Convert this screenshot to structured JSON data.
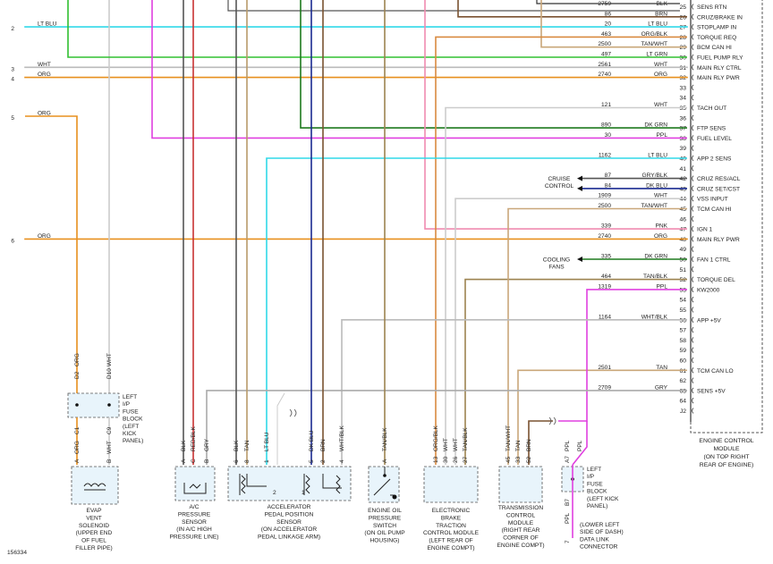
{
  "figure_id": "156334",
  "ecm": {
    "label_lines": [
      "ENGINE CONTROL",
      "MODULE",
      "(ON TOP RIGHT",
      "REAR OF ENGINE)"
    ],
    "rows": [
      {
        "pin": "25",
        "circuit": "2759",
        "color": "BLK",
        "func": "SENS RTN",
        "wire": "#333333"
      },
      {
        "pin": "26",
        "circuit": "86",
        "color": "BRN",
        "func": "CRUZ/BRAKE IN",
        "wire": "#7a5230"
      },
      {
        "pin": "27",
        "circuit": "20",
        "color": "LT BLU",
        "func": "STOPLAMP IN",
        "wire": "#30d8e8",
        "left_num": "2"
      },
      {
        "pin": "28",
        "circuit": "463",
        "color": "ORG/BLK",
        "func": "TORQUE REQ",
        "wire": "#d98a40"
      },
      {
        "pin": "29",
        "circuit": "2500",
        "color": "TAN/WHT",
        "func": "BCM CAN HI",
        "wire": "#c9a77a"
      },
      {
        "pin": "30",
        "circuit": "497",
        "color": "LT GRN",
        "func": "FUEL PUMP RLY",
        "wire": "#30c030"
      },
      {
        "pin": "31",
        "circuit": "2561",
        "color": "WHT",
        "func": "MAIN RLY CTRL",
        "wire": "#bbbbbb",
        "left_num": "3"
      },
      {
        "pin": "32",
        "circuit": "2740",
        "color": "ORG",
        "func": "MAIN RLY PWR",
        "wire": "#e8901e",
        "left_num": "4"
      },
      {
        "pin": "33",
        "circuit": "",
        "color": "",
        "func": ""
      },
      {
        "pin": "34",
        "circuit": "",
        "color": "",
        "func": ""
      },
      {
        "pin": "35",
        "circuit": "121",
        "color": "WHT",
        "func": "TACH OUT",
        "wire": "#cccccc"
      },
      {
        "pin": "36",
        "circuit": "",
        "color": "",
        "func": ""
      },
      {
        "pin": "37",
        "circuit": "890",
        "color": "DK GRN",
        "func": "FTP SENS",
        "wire": "#1e7a1e"
      },
      {
        "pin": "38",
        "circuit": "30",
        "color": "PPL",
        "func": "FUEL LEVEL",
        "wire": "#e040e0"
      },
      {
        "pin": "39",
        "circuit": "",
        "color": "",
        "func": ""
      },
      {
        "pin": "40",
        "circuit": "1162",
        "color": "LT BLU",
        "func": "APP 2 SENS",
        "wire": "#30d8e8"
      },
      {
        "pin": "41",
        "circuit": "",
        "color": "",
        "func": ""
      },
      {
        "pin": "42",
        "circuit": "87",
        "color": "GRY/BLK",
        "func": "CRUZ RES/ACL",
        "wire": "#555555"
      },
      {
        "pin": "43",
        "circuit": "84",
        "color": "DK BLU",
        "func": "CRUZ SET/CST",
        "wire": "#1a2a90"
      },
      {
        "pin": "44",
        "circuit": "1909",
        "color": "WHT",
        "func": "VSS INPUT",
        "wire": "#cccccc"
      },
      {
        "pin": "45",
        "circuit": "2500",
        "color": "TAN/WHT",
        "func": "TCM CAN HI",
        "wire": "#c9a77a"
      },
      {
        "pin": "46",
        "circuit": "",
        "color": "",
        "func": ""
      },
      {
        "pin": "47",
        "circuit": "339",
        "color": "PNK",
        "func": "IGN 1",
        "wire": "#f08cb0"
      },
      {
        "pin": "48",
        "circuit": "2740",
        "color": "ORG",
        "func": "MAIN RLY PWR",
        "wire": "#e8901e",
        "left_num": "6"
      },
      {
        "pin": "49",
        "circuit": "",
        "color": "",
        "func": ""
      },
      {
        "pin": "50",
        "circuit": "335",
        "color": "DK GRN",
        "func": "FAN 1 CTRL",
        "wire": "#1e7a1e"
      },
      {
        "pin": "51",
        "circuit": "",
        "color": "",
        "func": ""
      },
      {
        "pin": "52",
        "circuit": "464",
        "color": "TAN/BLK",
        "func": "TORQUE DEL",
        "wire": "#9c8350"
      },
      {
        "pin": "53",
        "circuit": "1319",
        "color": "PPL",
        "func": "KW2000",
        "wire": "#e040e0"
      },
      {
        "pin": "54",
        "circuit": "",
        "color": "",
        "func": ""
      },
      {
        "pin": "55",
        "circuit": "",
        "color": "",
        "func": ""
      },
      {
        "pin": "56",
        "circuit": "1164",
        "color": "WHT/BLK",
        "func": "APP +5V",
        "wire": "#bbbbbb"
      },
      {
        "pin": "57",
        "circuit": "",
        "color": "",
        "func": ""
      },
      {
        "pin": "58",
        "circuit": "",
        "color": "",
        "func": ""
      },
      {
        "pin": "59",
        "circuit": "",
        "color": "",
        "func": ""
      },
      {
        "pin": "60",
        "circuit": "",
        "color": "",
        "func": ""
      },
      {
        "pin": "61",
        "circuit": "2501",
        "color": "TAN",
        "func": "TCM CAN LO",
        "wire": "#c9a77a"
      },
      {
        "pin": "62",
        "circuit": "",
        "color": "",
        "func": ""
      },
      {
        "pin": "63",
        "circuit": "2709",
        "color": "GRY",
        "func": "SENS +5V",
        "wire": "#aaaaaa"
      },
      {
        "pin": "64",
        "circuit": "",
        "color": "",
        "func": ""
      },
      {
        "pin": "J2",
        "circuit": "",
        "color": "",
        "func": ""
      }
    ],
    "left_labels": [
      {
        "num": "2",
        "color": "LT BLU"
      },
      {
        "num": "3",
        "color": "WHT"
      },
      {
        "num": "4",
        "color": "ORG"
      },
      {
        "num": "5",
        "color": "ORG"
      },
      {
        "num": "6",
        "color": "ORG"
      }
    ],
    "side_destinations": [
      {
        "lines": [
          "CRUISE",
          "CONTROL"
        ]
      },
      {
        "lines": [
          "COOLING",
          "FANS"
        ]
      }
    ]
  },
  "connectors": {
    "fuse_block_top": [
      {
        "pin": "D2",
        "color": "ORG"
      },
      {
        "pin": "D10",
        "color": "WHT"
      }
    ],
    "fuse_block_bottom": [
      {
        "pin": "C1",
        "color": "ORG"
      },
      {
        "pin": "C9",
        "color": "WHT"
      }
    ],
    "evap_pins": [
      {
        "pin": "A",
        "color": "ORG"
      },
      {
        "pin": "B",
        "color": "WHT"
      }
    ],
    "ac_pins": [
      {
        "pin": "A",
        "color": "BLK"
      },
      {
        "pin": "C",
        "color": "RED/BLK"
      },
      {
        "pin": "B",
        "color": "GRY"
      }
    ],
    "app_pins": [
      {
        "pin": "6",
        "color": "BLK"
      },
      {
        "pin": "8",
        "color": "TAN"
      },
      {
        "pin": "1",
        "color": "LT BLU"
      },
      {
        "pin": "5",
        "color": "DK BLU"
      },
      {
        "pin": "2",
        "color": "BRN"
      },
      {
        "pin": "4",
        "color": "WHT/BLK"
      }
    ],
    "app_sensor_nums": [
      "2",
      "1"
    ],
    "oil_pins": [
      {
        "pin": "A",
        "color": "TAN/BLK"
      }
    ],
    "ebtcm_pins": [
      {
        "pin": "13",
        "color": "ORG/BLK"
      },
      {
        "pin": "30",
        "color": "WHT"
      },
      {
        "pin": "26",
        "color": "WHT"
      },
      {
        "pin": "27",
        "color": "TAN/BLK"
      }
    ],
    "tcm_pins": [
      {
        "pin": "45",
        "color": "TAN/WHT"
      },
      {
        "pin": "33",
        "color": "TAN"
      },
      {
        "pin": "52",
        "color": "BRN"
      }
    ],
    "dlc_pins": [
      {
        "pin": "A7",
        "color": "PPL"
      },
      {
        "pin": "B7",
        "color": "PPL"
      },
      {
        "pin": "7",
        "color": "PPL"
      }
    ]
  },
  "components": [
    {
      "name": "evap",
      "lines": [
        "EVAP",
        "VENT",
        "SOLENOID",
        "(UPPER END",
        "OF FUEL",
        "FILLER PIPE)"
      ]
    },
    {
      "name": "ac",
      "lines": [
        "A/C",
        "PRESSURE",
        "SENSOR",
        "(IN A/C HIGH",
        "PRESSURE LINE)"
      ]
    },
    {
      "name": "app",
      "lines": [
        "ACCELERATOR",
        "PEDAL POSITION",
        "SENSOR",
        "(ON ACCELERATOR",
        "PEDAL LINKAGE ARM)"
      ]
    },
    {
      "name": "oil",
      "lines": [
        "ENGINE OIL",
        "PRESSURE",
        "SWITCH",
        "(ON OIL PUMP",
        "HOUSING)"
      ]
    },
    {
      "name": "ebtcm",
      "lines": [
        "ELECTRONIC",
        "BRAKE",
        "TRACTION",
        "CONTROL MODULE",
        "(LEFT REAR OF",
        "ENGINE COMPT)"
      ]
    },
    {
      "name": "tcm",
      "lines": [
        "TRANSMISSION",
        "CONTROL",
        "MODULE",
        "(RIGHT REAR",
        "CORNER OF",
        "ENGINE COMPT)"
      ]
    },
    {
      "name": "fuse-block-left",
      "lines": [
        "LEFT",
        "I/P",
        "FUSE",
        "BLOCK",
        "(LEFT",
        "KICK",
        "PANEL)"
      ]
    },
    {
      "name": "fuse-block-right",
      "lines": [
        "LEFT",
        "I/P",
        "FUSE",
        "BLOCK",
        "(LEFT KICK",
        "PANEL)"
      ]
    },
    {
      "name": "dlc",
      "lines": [
        "(LOWER LEFT",
        "SIDE OF DASH)",
        "DATA LINK",
        "CONNECTOR"
      ]
    }
  ]
}
